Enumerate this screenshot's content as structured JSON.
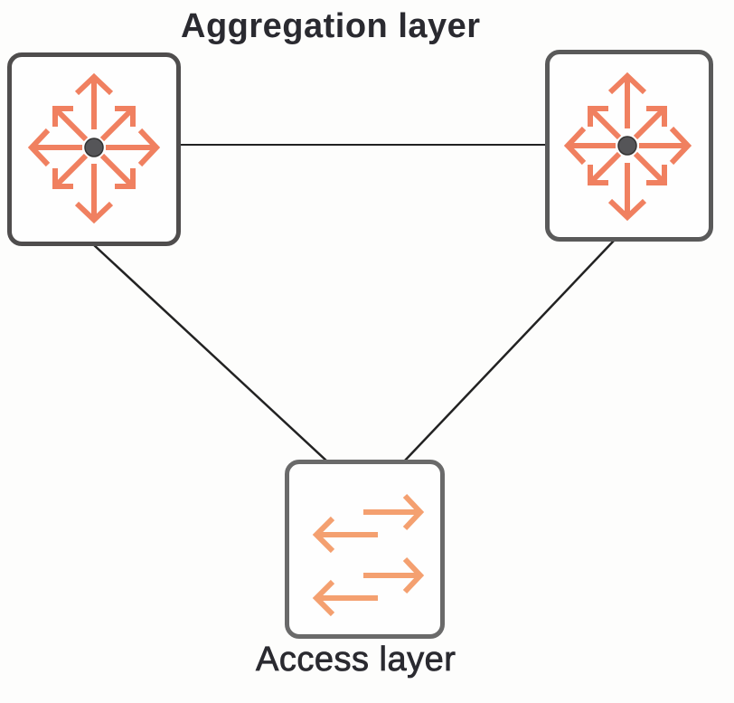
{
  "diagram": {
    "title_top": "Aggregation layer",
    "title_bottom": "Access layer",
    "colors": {
      "arrow": "#f08060",
      "arrow_light": "#f4a070",
      "border": "#4f4d4d",
      "center_dot": "#555558",
      "link": "#222222",
      "text": "#2a2a30"
    },
    "nodes": [
      {
        "id": "agg-left",
        "layer": "aggregation",
        "icon": "router-icon"
      },
      {
        "id": "agg-right",
        "layer": "aggregation",
        "icon": "router-icon"
      },
      {
        "id": "access",
        "layer": "access",
        "icon": "switch-icon"
      }
    ],
    "links": [
      {
        "from": "agg-left",
        "to": "agg-right"
      },
      {
        "from": "agg-left",
        "to": "access"
      },
      {
        "from": "agg-right",
        "to": "access"
      }
    ]
  }
}
